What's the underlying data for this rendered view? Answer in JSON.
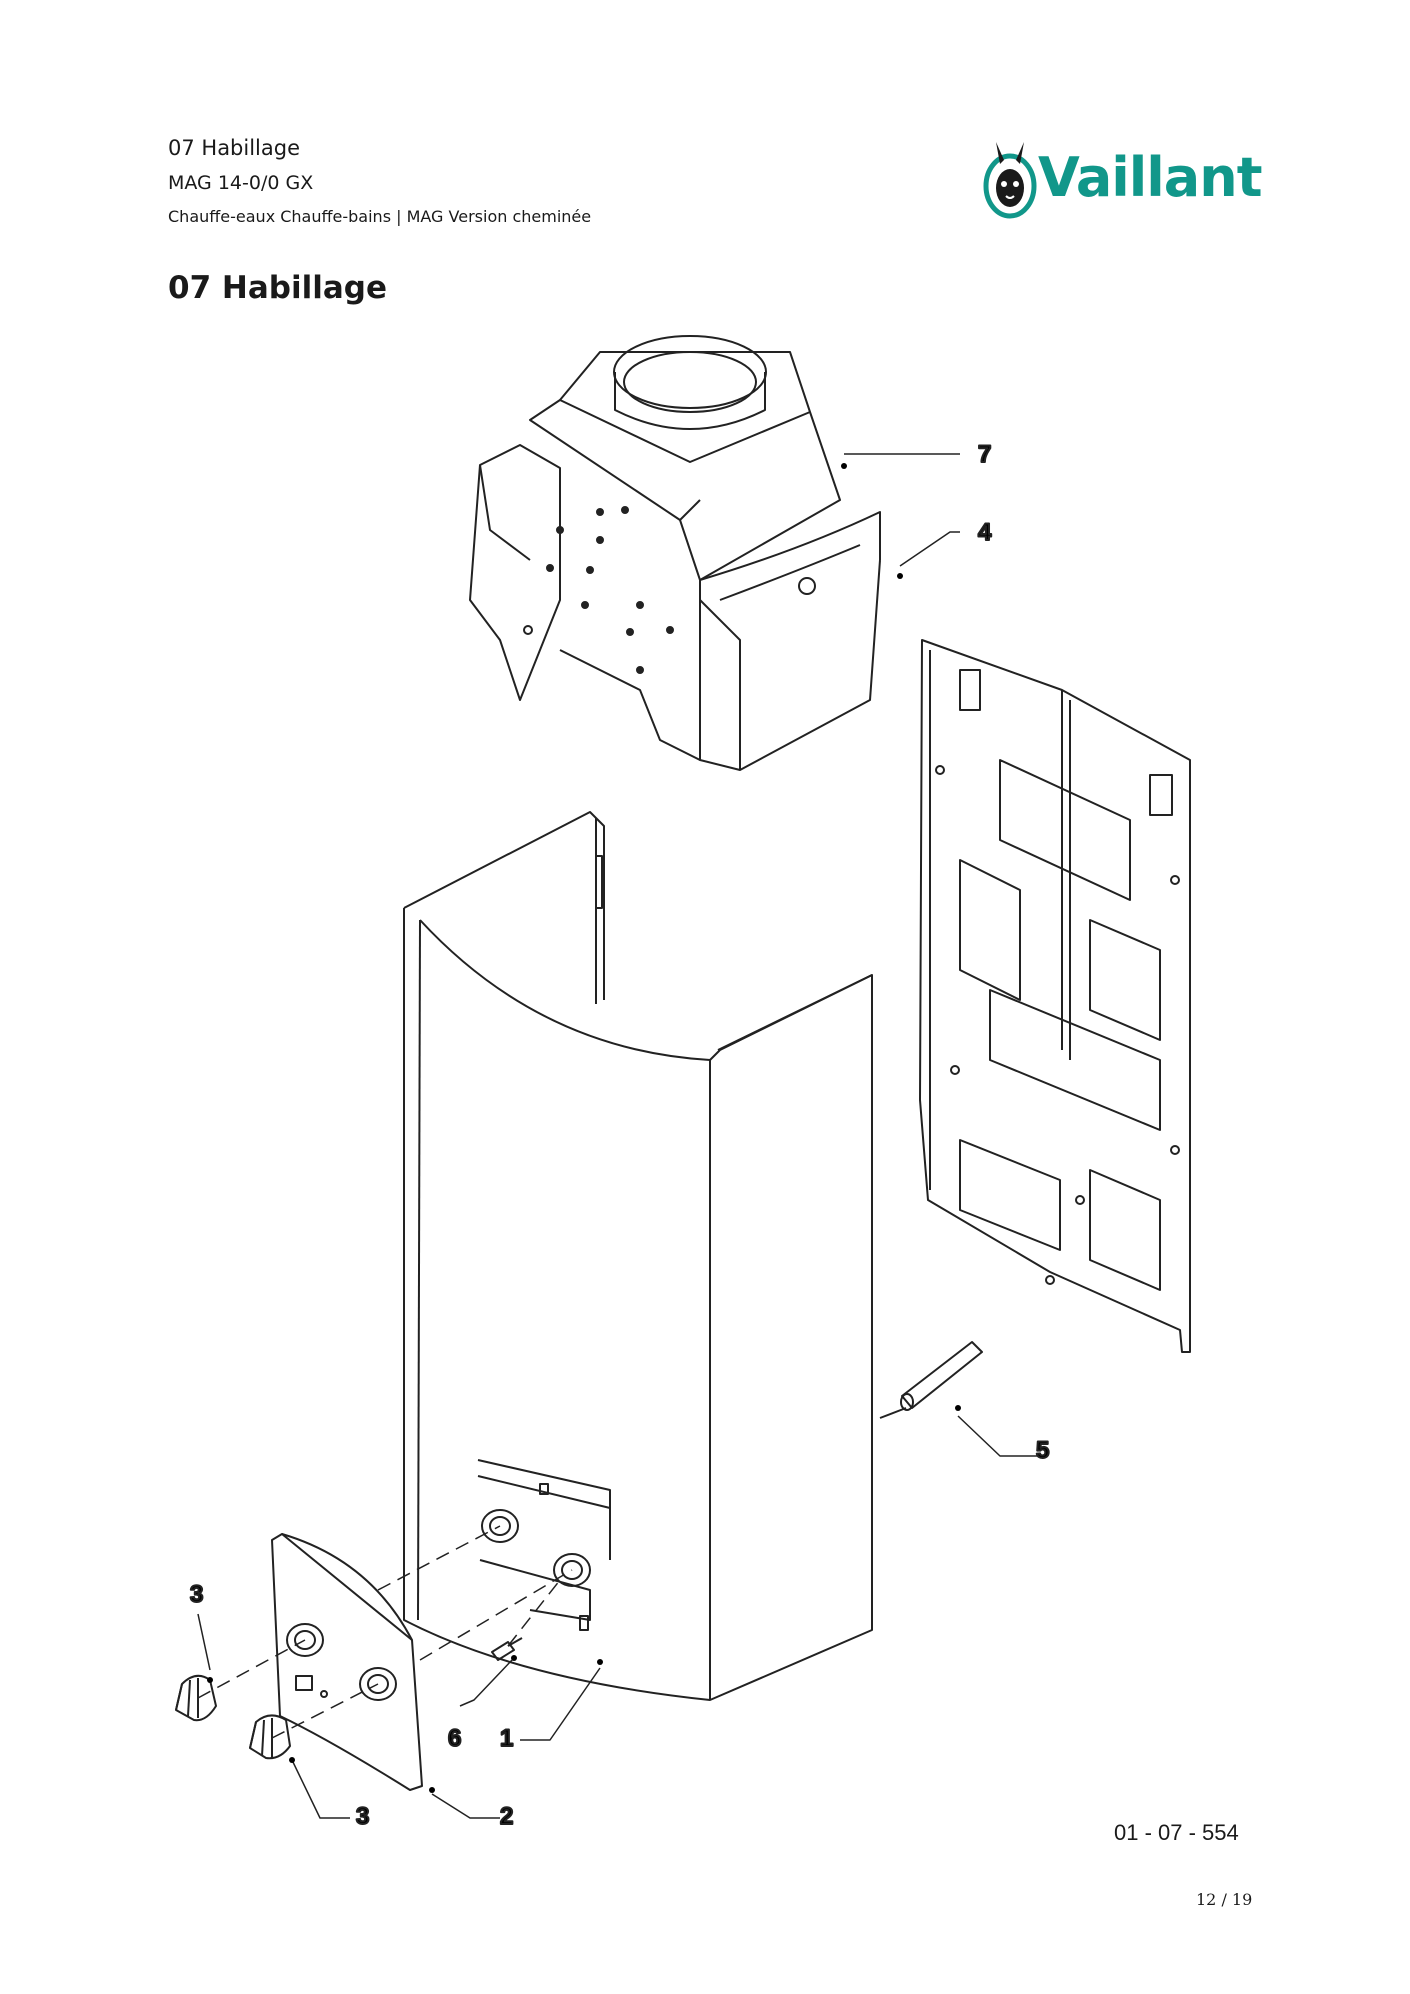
{
  "header": {
    "section": "07 Habillage",
    "model": "MAG 14-0/0 GX",
    "category": "Chauffe-eaux Chauffe-bains | MAG Version cheminée"
  },
  "brand": {
    "name": "Vaillant",
    "color": "#11978a",
    "logo_icon": "hare-icon"
  },
  "page_title": "07 Habillage",
  "diagram": {
    "callouts": [
      "1",
      "2",
      "3",
      "3",
      "4",
      "5",
      "6",
      "7"
    ],
    "drawing_code": "01 - 07 - 554"
  },
  "footer": {
    "page": "12 / 19"
  }
}
